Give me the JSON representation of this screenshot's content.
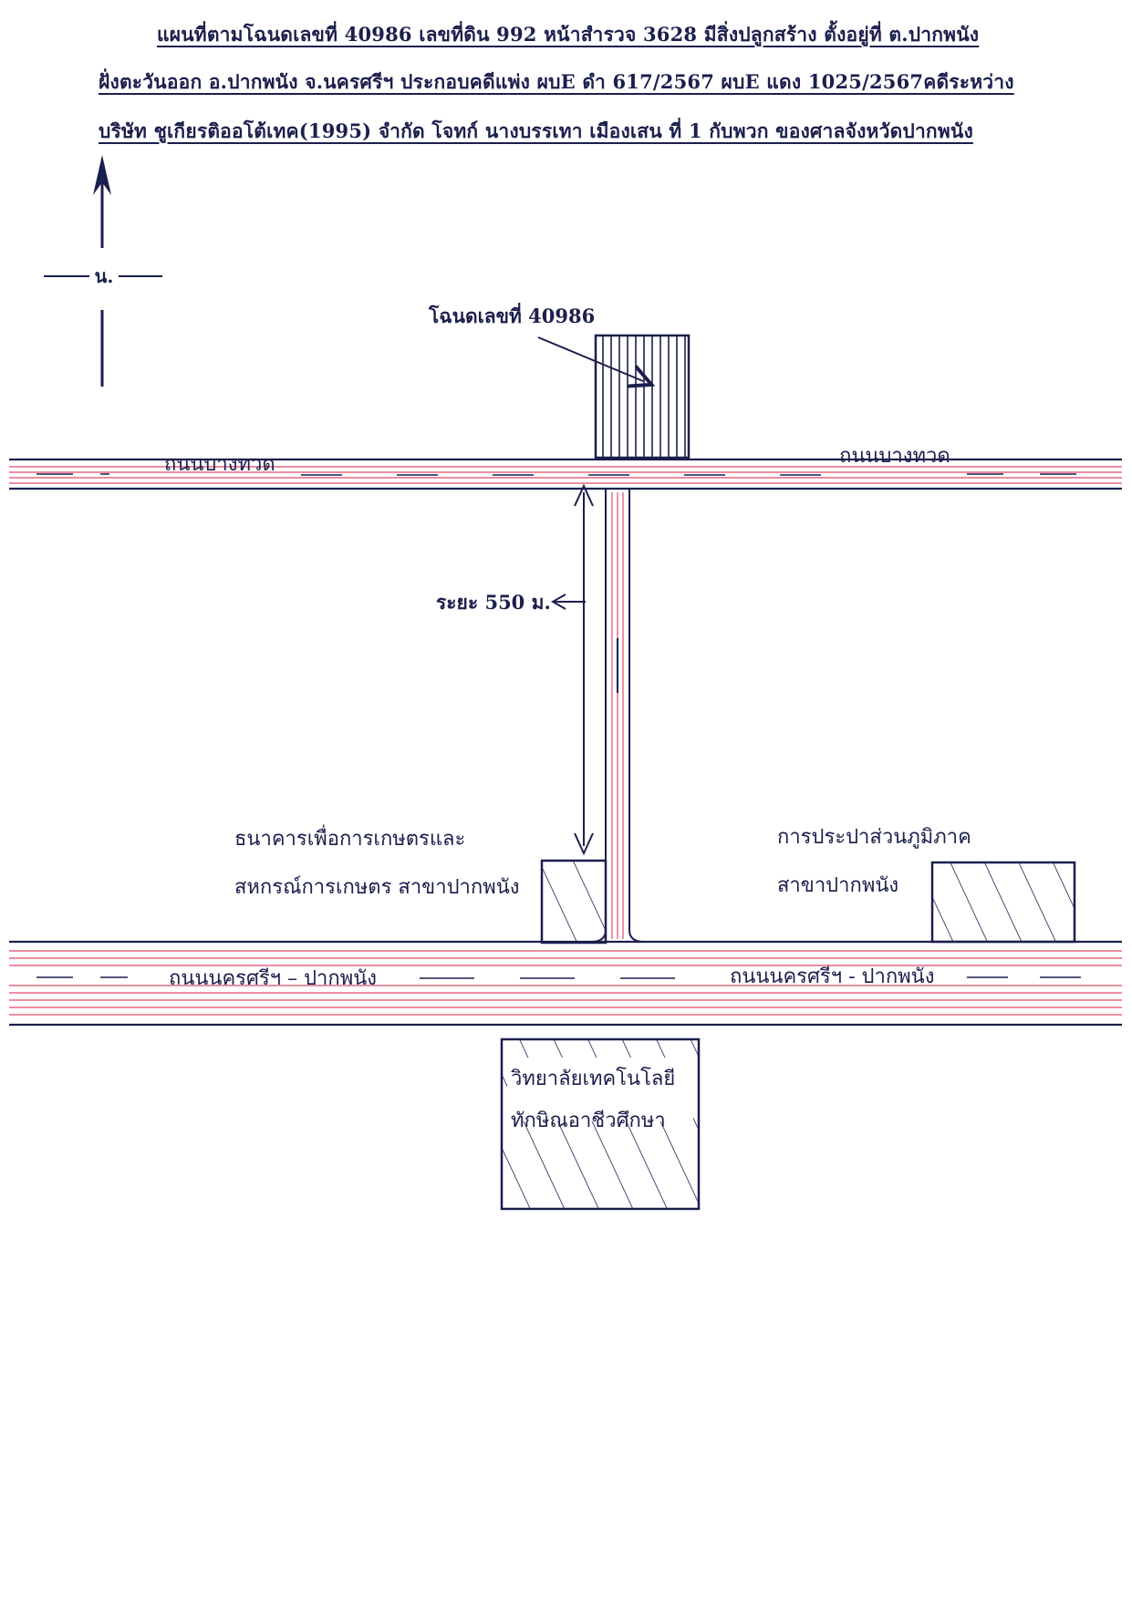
{
  "title": {
    "line1": "แผนที่ตามโฉนดเลขที่  40986  เลขที่ดิน  992 หน้าสำรวจ  3628  มีสิ่งปลูกสร้าง ตั้งอยู่ที่ ต.ปากพนัง",
    "line2": "ฝั่งตะวันออก อ.ปากพนัง จ.นครศรีฯ  ประกอบคดีแพ่ง ผบE ดำ 617/2567  ผบE แดง 1025/2567คดีระหว่าง",
    "line3": "บริษัท ชูเกียรติออโต้เทค(1995) จำกัด โจทก์ นางบรรเทา  เมืองเสน  ที่ 1 กับพวก ของศาลจังหวัดปากพนัง"
  },
  "north_label": "น.",
  "parcel_label": "โฉนดเลขที่ 40986",
  "distance_label": "ระยะ  550 ม.",
  "roads": {
    "bang_thuat_left": "ถนนบางทวด",
    "bang_thuat_right": "ถนนบางทวด",
    "nakhon_left": "ถนนนครศรีฯ – ปากพนัง",
    "nakhon_right": "ถนนนครศรีฯ - ปากพนัง"
  },
  "landmarks": {
    "bank_line1": "ธนาคารเพื่อการเกษตรและ",
    "bank_line2": "สหกรณ์การเกษตร สาขาปากพนัง",
    "water_line1": "การประปาส่วนภูมิภาค",
    "water_line2": "สาขาปากพนัง",
    "college_line1": "วิทยาลัยเทคโนโลยี",
    "college_line2": "ทักษิณอาชีวศึกษา"
  },
  "colors": {
    "ink": "#1a1f4d",
    "road_red": "#e04a6a"
  }
}
